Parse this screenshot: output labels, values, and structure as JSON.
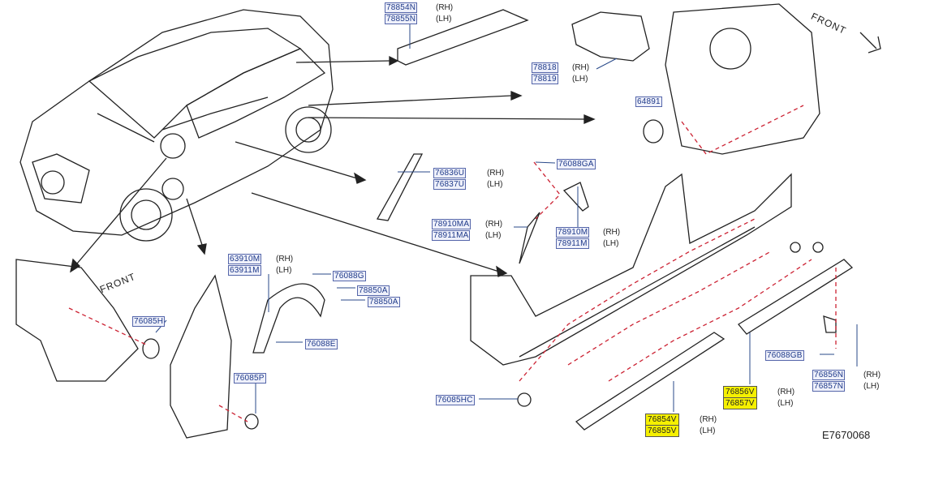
{
  "diagram_id": "E7670068",
  "front_labels": [
    "FRONT",
    "FRONT"
  ],
  "sides": {
    "rh": "(RH)",
    "lh": "(LH)"
  },
  "parts": {
    "p78854N": "78854N",
    "p78855N": "78855N",
    "p78818": "78818",
    "p78819": "78819",
    "p64891": "64891",
    "p76836U": "76836U",
    "p76837U": "76837U",
    "p76088GA": "76088GA",
    "p78910MA": "78910MA",
    "p78911MA": "78911MA",
    "p78910M": "78910M",
    "p78911M": "78911M",
    "p63910M": "63910M",
    "p63911M": "63911M",
    "p76088G": "76088G",
    "p78850A_1": "78850A",
    "p78850A_2": "78850A",
    "p76088E": "76088E",
    "p76085P": "76085P",
    "p76085H": "76085H",
    "p76085HC": "76085HC",
    "p76088GB": "76088GB",
    "p76856N": "76856N",
    "p76857N": "76857N",
    "p76856V": "76856V",
    "p76857V": "76857V",
    "p76854V": "76854V",
    "p76855V": "76855V"
  },
  "colors": {
    "line": "#222222",
    "leader": "#2a4a8a",
    "dash": "#cc2233",
    "highlight": "#f5f000"
  }
}
